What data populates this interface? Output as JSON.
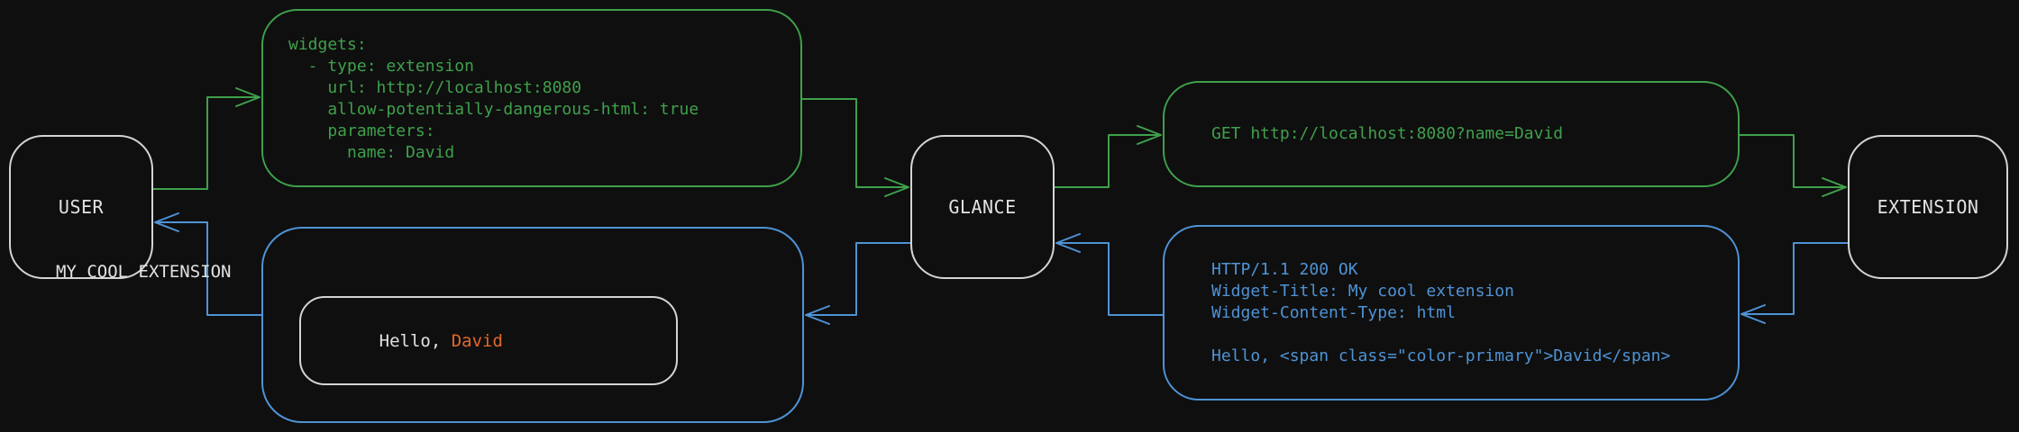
{
  "theme": {
    "background": "#0f0f0f",
    "green": "#3fa04c",
    "blue": "#4f93d6",
    "orange": "#e2682a",
    "node_border": "#d4d4d4",
    "text_light": "#e2e2e2"
  },
  "nodes": {
    "user": {
      "label": "USER"
    },
    "glance": {
      "label": "GLANCE"
    },
    "extension": {
      "label": "EXTENSION"
    }
  },
  "config_box": {
    "lines": [
      "widgets:",
      "  - type: extension",
      "    url: http://localhost:8080",
      "    allow-potentially-dangerous-html: true",
      "    parameters:",
      "      name: David"
    ]
  },
  "request_box": {
    "text": "GET http://localhost:8080?name=David"
  },
  "response_box": {
    "lines": [
      "HTTP/1.1 200 OK",
      "Widget-Title: My cool extension",
      "Widget-Content-Type: html",
      "",
      "Hello, <span class=\"color-primary\">David</span>"
    ]
  },
  "widget_box": {
    "title": "MY COOL EXTENSION",
    "greeting_prefix": "Hello, ",
    "greeting_name": "David"
  }
}
